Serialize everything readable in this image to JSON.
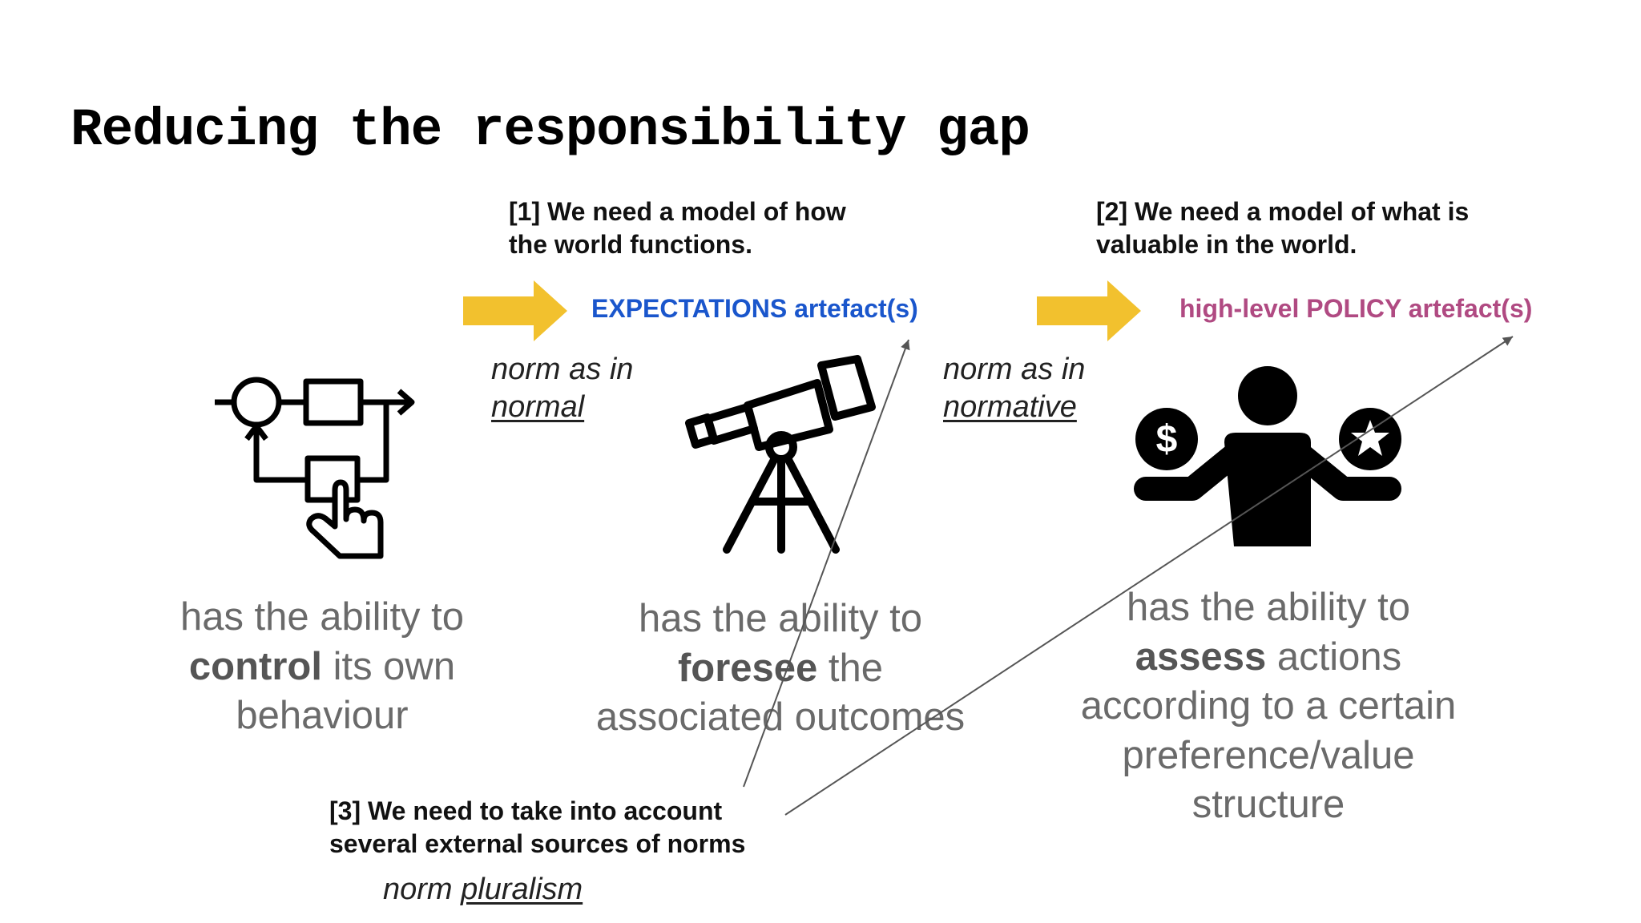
{
  "slide": {
    "title": "Reducing the responsibility gap",
    "note1": {
      "line1": "[1] We need a model of how",
      "line2": "the world functions."
    },
    "note2": {
      "line1": "[2] We need a model of what is",
      "line2": "valuable in the world."
    },
    "note3": {
      "line1": "[3] We need to take into account",
      "line2": "several external sources of norms"
    },
    "expectations_label": "EXPECTATIONS artefact(s)",
    "policy_label": "high-level POLICY artefact(s)",
    "norm_normal": {
      "prefix": "norm as in",
      "word": "normal"
    },
    "norm_normative": {
      "prefix": "norm as in",
      "word": "normative"
    },
    "norm_pluralism": {
      "prefix": "norm",
      "word": "pluralism"
    },
    "caption_control": {
      "line1": "has the ability to",
      "bold": "control",
      "rest": " its own",
      "line3": "behaviour"
    },
    "caption_foresee": {
      "line1": "has the ability to",
      "bold": "foresee",
      "rest": " the",
      "line3": "associated outcomes"
    },
    "caption_assess": {
      "line1": "has the ability to",
      "bold": "assess",
      "rest": " actions",
      "line3": "according to a certain",
      "line4": "preference/value",
      "line5": "structure"
    },
    "icons": [
      "control-loop-icon",
      "telescope-icon",
      "balance-person-icon",
      "dollar-icon",
      "star-icon"
    ],
    "colors": {
      "arrow": "#f2c12e",
      "expectations": "#1a56cc",
      "policy": "#b04a82",
      "caption": "#6a6a6a"
    }
  }
}
